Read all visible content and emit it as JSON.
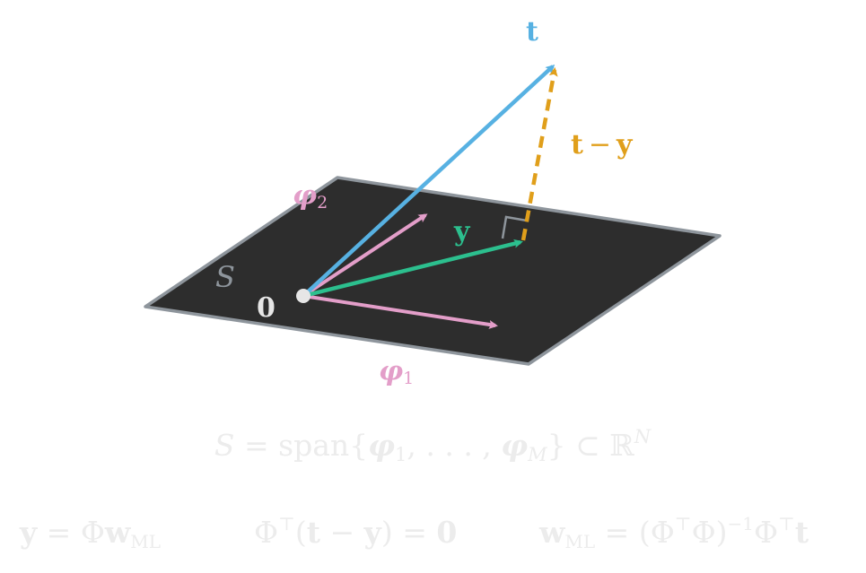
{
  "colors": {
    "plane_fill": "#2d2d2d",
    "plane_edge": "#8e959c",
    "target": "#57b1e2",
    "residual": "#e09f1b",
    "projection": "#2cbf8e",
    "basis": "#e39ec9",
    "origin": "#e6e6e6",
    "right_angle": "#8e959c",
    "formula": "#ececec"
  },
  "labels": {
    "target": "t",
    "residual_t": "t",
    "residual_minus": "−",
    "residual_y": "y",
    "projection": "y",
    "basis2_sym": "φ",
    "basis2_sub": "2",
    "basis1_sym": "φ",
    "basis1_sub": "1",
    "subspace": "S",
    "origin": "0"
  },
  "span_formula": {
    "lhs": "S",
    "eq": " = span{",
    "phi1": "φ",
    "sub1": "1",
    "dots": ", . . . , ",
    "phiM": "φ",
    "subM": "M",
    "close": "} ⊂ ℝ",
    "sup": "N"
  },
  "normal_equations": {
    "eq1_y": "y",
    "eq1_rest": " = Φ",
    "eq1_w": "w",
    "eq1_sub": "ML",
    "eq2_phi": "Φ",
    "eq2_sup": "⊤",
    "eq2_open": "(",
    "eq2_t": "t",
    "eq2_minus": " − ",
    "eq2_y": "y",
    "eq2_close": ") = ",
    "eq2_zero": "0",
    "eq3_w": "w",
    "eq3_sub": "ML",
    "eq3_eq": " = (Φ",
    "eq3_sup1": "⊤",
    "eq3_mid": "Φ)",
    "eq3_sup2": "−1",
    "eq3_phi": "Φ",
    "eq3_sup3": "⊤",
    "eq3_t": "t"
  }
}
